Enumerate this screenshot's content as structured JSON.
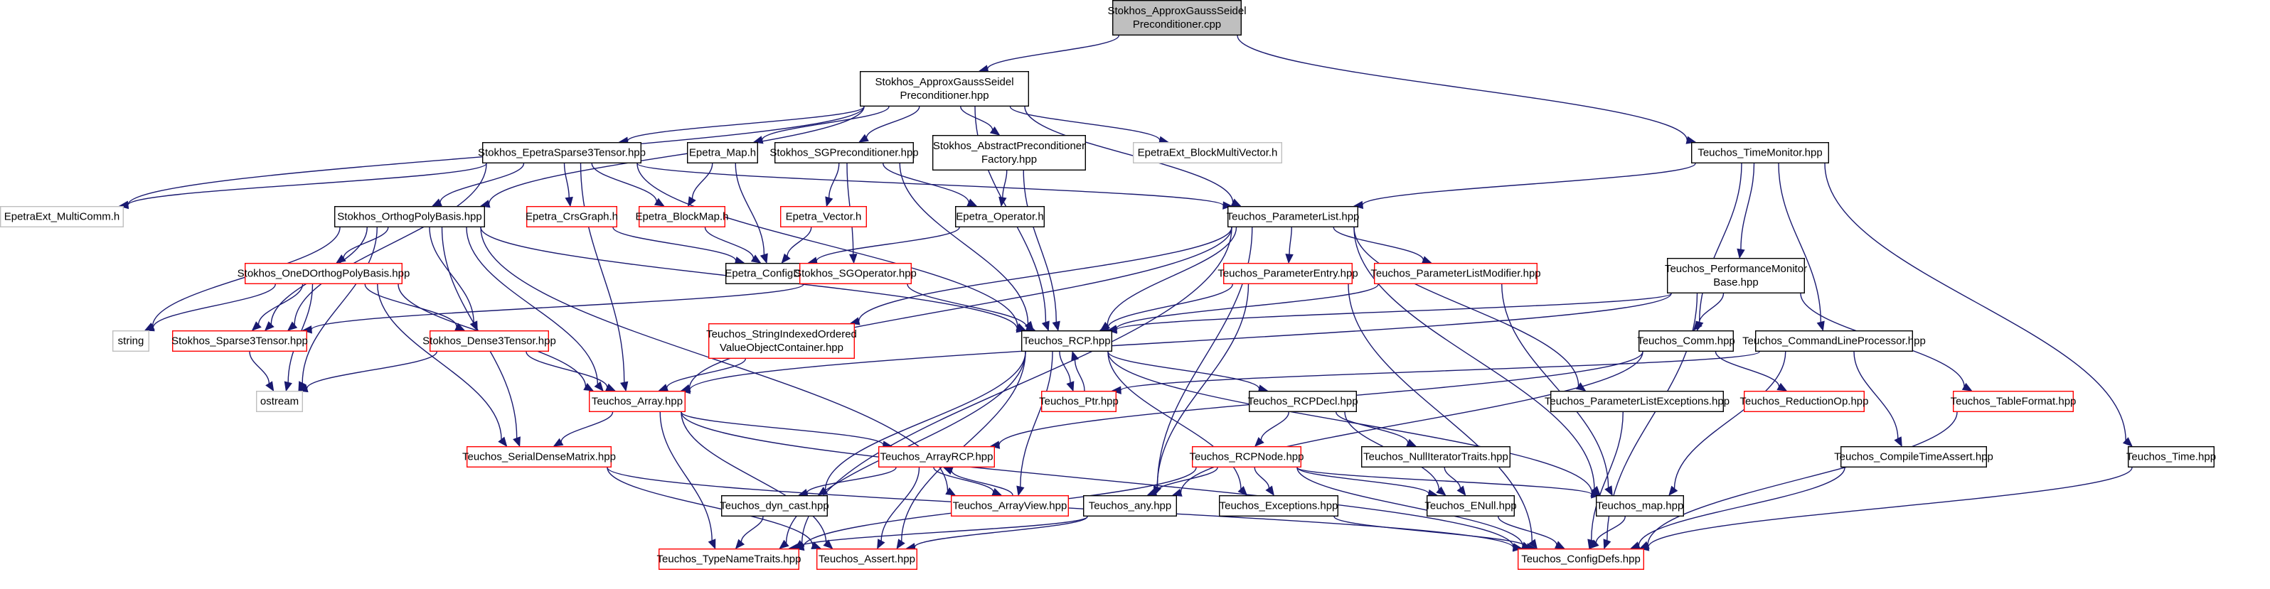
{
  "diagram": {
    "type": "include-dependency-graph",
    "root": "root",
    "colors": {
      "edge": "#191970",
      "root_fill": "#bfbfbf",
      "default_border": "#000000",
      "missing_docs_border": "#ff0000",
      "external_border": "#bfbfbf"
    },
    "nodes": [
      {
        "id": "root",
        "lines": [
          "Stokhos_ApproxGaussSeidel",
          "Preconditioner.cpp"
        ],
        "style": "root"
      },
      {
        "id": "agsp",
        "lines": [
          "Stokhos_ApproxGaussSeidel",
          "Preconditioner.hpp"
        ],
        "style": "black"
      },
      {
        "id": "tm",
        "lines": [
          "Teuchos_TimeMonitor.hpp"
        ],
        "style": "black"
      },
      {
        "id": "emc",
        "lines": [
          "EpetraExt_MultiComm.h"
        ],
        "style": "gray"
      },
      {
        "id": "eps3",
        "lines": [
          "Stokhos_EpetraSparse3Tensor.hpp"
        ],
        "style": "black"
      },
      {
        "id": "emap",
        "lines": [
          "Epetra_Map.h"
        ],
        "style": "black"
      },
      {
        "id": "sgp",
        "lines": [
          "Stokhos_SGPreconditioner.hpp"
        ],
        "style": "black"
      },
      {
        "id": "apf",
        "lines": [
          "Stokhos_AbstractPreconditioner",
          "Factory.hpp"
        ],
        "style": "black"
      },
      {
        "id": "ebmv",
        "lines": [
          "EpetraExt_BlockMultiVector.h"
        ],
        "style": "gray"
      },
      {
        "id": "opb",
        "lines": [
          "Stokhos_OrthogPolyBasis.hpp"
        ],
        "style": "black"
      },
      {
        "id": "crs",
        "lines": [
          "Epetra_CrsGraph.h"
        ],
        "style": "red"
      },
      {
        "id": "ebm",
        "lines": [
          "Epetra_BlockMap.h"
        ],
        "style": "red"
      },
      {
        "id": "evec",
        "lines": [
          "Epetra_Vector.h"
        ],
        "style": "red"
      },
      {
        "id": "eop",
        "lines": [
          "Epetra_Operator.h"
        ],
        "style": "black"
      },
      {
        "id": "pl",
        "lines": [
          "Teuchos_ParameterList.hpp"
        ],
        "style": "black"
      },
      {
        "id": "ecd",
        "lines": [
          "Epetra_ConfigDefs.h"
        ],
        "style": "black"
      },
      {
        "id": "odopb",
        "lines": [
          "Stokhos_OneDOrthogPolyBasis.hpp"
        ],
        "style": "red"
      },
      {
        "id": "sgop",
        "lines": [
          "Stokhos_SGOperator.hpp"
        ],
        "style": "red"
      },
      {
        "id": "pe",
        "lines": [
          "Teuchos_ParameterEntry.hpp"
        ],
        "style": "red"
      },
      {
        "id": "plm",
        "lines": [
          "Teuchos_ParameterListModifier.hpp"
        ],
        "style": "red"
      },
      {
        "id": "pmb",
        "lines": [
          "Teuchos_PerformanceMonitor",
          "Base.hpp"
        ],
        "style": "black"
      },
      {
        "id": "str",
        "lines": [
          "string"
        ],
        "style": "gray"
      },
      {
        "id": "s3t",
        "lines": [
          "Stokhos_Sparse3Tensor.hpp"
        ],
        "style": "red"
      },
      {
        "id": "d3t",
        "lines": [
          "Stokhos_Dense3Tensor.hpp"
        ],
        "style": "red"
      },
      {
        "id": "sivoc",
        "lines": [
          "Teuchos_StringIndexedOrdered",
          "ValueObjectContainer.hpp"
        ],
        "style": "red"
      },
      {
        "id": "rcp",
        "lines": [
          "Teuchos_RCP.hpp"
        ],
        "style": "black"
      },
      {
        "id": "comm",
        "lines": [
          "Teuchos_Comm.hpp"
        ],
        "style": "black"
      },
      {
        "id": "clp",
        "lines": [
          "Teuchos_CommandLineProcessor.hpp"
        ],
        "style": "black"
      },
      {
        "id": "ostream",
        "lines": [
          "ostream"
        ],
        "style": "gray"
      },
      {
        "id": "arr",
        "lines": [
          "Teuchos_Array.hpp"
        ],
        "style": "red"
      },
      {
        "id": "ptr",
        "lines": [
          "Teuchos_Ptr.hpp"
        ],
        "style": "red"
      },
      {
        "id": "rcpdecl",
        "lines": [
          "Teuchos_RCPDecl.hpp"
        ],
        "style": "black"
      },
      {
        "id": "ple",
        "lines": [
          "Teuchos_ParameterListExceptions.hpp"
        ],
        "style": "black"
      },
      {
        "id": "rop",
        "lines": [
          "Teuchos_ReductionOp.hpp"
        ],
        "style": "red"
      },
      {
        "id": "tf",
        "lines": [
          "Teuchos_TableFormat.hpp"
        ],
        "style": "red"
      },
      {
        "id": "sdm",
        "lines": [
          "Teuchos_SerialDenseMatrix.hpp"
        ],
        "style": "red"
      },
      {
        "id": "arcp",
        "lines": [
          "Teuchos_ArrayRCP.hpp"
        ],
        "style": "red"
      },
      {
        "id": "rcpnode",
        "lines": [
          "Teuchos_RCPNode.hpp"
        ],
        "style": "red"
      },
      {
        "id": "nit",
        "lines": [
          "Teuchos_NullIteratorTraits.hpp"
        ],
        "style": "black"
      },
      {
        "id": "cta",
        "lines": [
          "Teuchos_CompileTimeAssert.hpp"
        ],
        "style": "black"
      },
      {
        "id": "time",
        "lines": [
          "Teuchos_Time.hpp"
        ],
        "style": "black"
      },
      {
        "id": "dyn",
        "lines": [
          "Teuchos_dyn_cast.hpp"
        ],
        "style": "black"
      },
      {
        "id": "av",
        "lines": [
          "Teuchos_ArrayView.hpp"
        ],
        "style": "red"
      },
      {
        "id": "any",
        "lines": [
          "Teuchos_any.hpp"
        ],
        "style": "black"
      },
      {
        "id": "exc",
        "lines": [
          "Teuchos_Exceptions.hpp"
        ],
        "style": "black"
      },
      {
        "id": "enull",
        "lines": [
          "Teuchos_ENull.hpp"
        ],
        "style": "black"
      },
      {
        "id": "map",
        "lines": [
          "Teuchos_map.hpp"
        ],
        "style": "black"
      },
      {
        "id": "tnt",
        "lines": [
          "Teuchos_TypeNameTraits.hpp"
        ],
        "style": "red"
      },
      {
        "id": "asrt",
        "lines": [
          "Teuchos_Assert.hpp"
        ],
        "style": "red"
      },
      {
        "id": "cfg",
        "lines": [
          "Teuchos_ConfigDefs.hpp"
        ],
        "style": "red"
      }
    ],
    "edges": [
      [
        "root",
        "agsp"
      ],
      [
        "root",
        "tm"
      ],
      [
        "agsp",
        "emc"
      ],
      [
        "agsp",
        "eps3"
      ],
      [
        "agsp",
        "emap"
      ],
      [
        "agsp",
        "sgp"
      ],
      [
        "agsp",
        "apf"
      ],
      [
        "agsp",
        "ebmv"
      ],
      [
        "agsp",
        "opb"
      ],
      [
        "agsp",
        "pl"
      ],
      [
        "agsp",
        "rcp"
      ],
      [
        "tm",
        "pl"
      ],
      [
        "tm",
        "pmb"
      ],
      [
        "tm",
        "comm"
      ],
      [
        "tm",
        "clp"
      ],
      [
        "tm",
        "time"
      ],
      [
        "eps3",
        "emc"
      ],
      [
        "eps3",
        "opb"
      ],
      [
        "eps3",
        "crs"
      ],
      [
        "eps3",
        "ebm"
      ],
      [
        "eps3",
        "s3t"
      ],
      [
        "eps3",
        "pl"
      ],
      [
        "eps3",
        "rcp"
      ],
      [
        "eps3",
        "arr"
      ],
      [
        "emap",
        "ebm"
      ],
      [
        "emap",
        "ecd"
      ],
      [
        "ebm",
        "ecd"
      ],
      [
        "crs",
        "ecd"
      ],
      [
        "sgp",
        "evec"
      ],
      [
        "sgp",
        "eop"
      ],
      [
        "sgp",
        "sgop"
      ],
      [
        "sgp",
        "rcp"
      ],
      [
        "evec",
        "ecd"
      ],
      [
        "eop",
        "ecd"
      ],
      [
        "apf",
        "eop"
      ],
      [
        "apf",
        "rcp"
      ],
      [
        "opb",
        "str"
      ],
      [
        "opb",
        "ostream"
      ],
      [
        "opb",
        "odopb"
      ],
      [
        "opb",
        "s3t"
      ],
      [
        "opb",
        "d3t"
      ],
      [
        "opb",
        "sdm"
      ],
      [
        "opb",
        "arr"
      ],
      [
        "opb",
        "rcp"
      ],
      [
        "opb",
        "av"
      ],
      [
        "odopb",
        "str"
      ],
      [
        "odopb",
        "ostream"
      ],
      [
        "odopb",
        "s3t"
      ],
      [
        "odopb",
        "d3t"
      ],
      [
        "odopb",
        "sdm"
      ],
      [
        "odopb",
        "arr"
      ],
      [
        "s3t",
        "ostream"
      ],
      [
        "d3t",
        "ostream"
      ],
      [
        "d3t",
        "arr"
      ],
      [
        "sgop",
        "s3t"
      ],
      [
        "sgop",
        "rcp"
      ],
      [
        "pl",
        "pe"
      ],
      [
        "pl",
        "plm"
      ],
      [
        "pl",
        "sivoc"
      ],
      [
        "pl",
        "rcp"
      ],
      [
        "pl",
        "arr"
      ],
      [
        "pl",
        "ple"
      ],
      [
        "pl",
        "map"
      ],
      [
        "pl",
        "any"
      ],
      [
        "pl",
        "tnt"
      ],
      [
        "pe",
        "rcp"
      ],
      [
        "pe",
        "any"
      ],
      [
        "pe",
        "cfg"
      ],
      [
        "plm",
        "rcp"
      ],
      [
        "plm",
        "map"
      ],
      [
        "pmb",
        "rcp"
      ],
      [
        "pmb",
        "comm"
      ],
      [
        "pmb",
        "arr"
      ],
      [
        "pmb",
        "tf"
      ],
      [
        "pmb",
        "cfg"
      ],
      [
        "comm",
        "rop"
      ],
      [
        "comm",
        "arcp"
      ],
      [
        "comm",
        "any"
      ],
      [
        "clp",
        "ptr"
      ],
      [
        "clp",
        "cta"
      ],
      [
        "clp",
        "map"
      ],
      [
        "sivoc",
        "arr"
      ],
      [
        "rcp",
        "ptr"
      ],
      [
        "rcp",
        "rcpdecl"
      ],
      [
        "rcp",
        "dyn"
      ],
      [
        "rcp",
        "asrt"
      ],
      [
        "rcp",
        "exc"
      ],
      [
        "rcp",
        "map"
      ],
      [
        "rcp",
        "tnt"
      ],
      [
        "rcp",
        "av"
      ],
      [
        "ptr",
        "rcp"
      ],
      [
        "rcpdecl",
        "rcpnode"
      ],
      [
        "rcpdecl",
        "nit"
      ],
      [
        "rcpdecl",
        "enull"
      ],
      [
        "arr",
        "arcp"
      ],
      [
        "arr",
        "sdm"
      ],
      [
        "arr",
        "asrt"
      ],
      [
        "arr",
        "cfg"
      ],
      [
        "arr",
        "tnt"
      ],
      [
        "arcp",
        "av"
      ],
      [
        "arcp",
        "dyn"
      ],
      [
        "arcp",
        "asrt"
      ],
      [
        "av",
        "arcp"
      ],
      [
        "rcpnode",
        "any"
      ],
      [
        "rcpnode",
        "exc"
      ],
      [
        "rcpnode",
        "enull"
      ],
      [
        "rcpnode",
        "map"
      ],
      [
        "rcpnode",
        "tnt"
      ],
      [
        "rcpnode",
        "cfg"
      ],
      [
        "nit",
        "enull"
      ],
      [
        "ple",
        "cfg"
      ],
      [
        "tf",
        "cfg"
      ],
      [
        "cta",
        "cfg"
      ],
      [
        "time",
        "cfg"
      ],
      [
        "sdm",
        "asrt"
      ],
      [
        "sdm",
        "cfg"
      ],
      [
        "dyn",
        "tnt"
      ],
      [
        "any",
        "asrt"
      ],
      [
        "any",
        "tnt"
      ],
      [
        "exc",
        "cfg"
      ],
      [
        "enull",
        "cfg"
      ],
      [
        "map",
        "cfg"
      ]
    ]
  }
}
